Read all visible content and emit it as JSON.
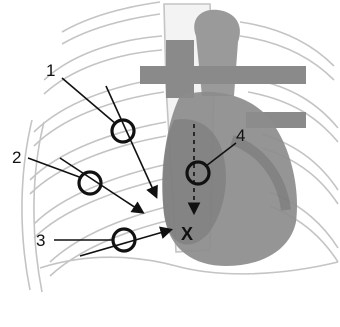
{
  "diagram": {
    "markers": [
      {
        "id": "1",
        "label": "1"
      },
      {
        "id": "2",
        "label": "2"
      },
      {
        "id": "3",
        "label": "3"
      },
      {
        "id": "4",
        "label": "4"
      }
    ],
    "target_label": "X"
  },
  "colors": {
    "ink": "#111111",
    "rib_outline": "#c4c4c4",
    "heart_fill": "#8c8c8c",
    "vessel_fill": "#9a9a9a"
  }
}
